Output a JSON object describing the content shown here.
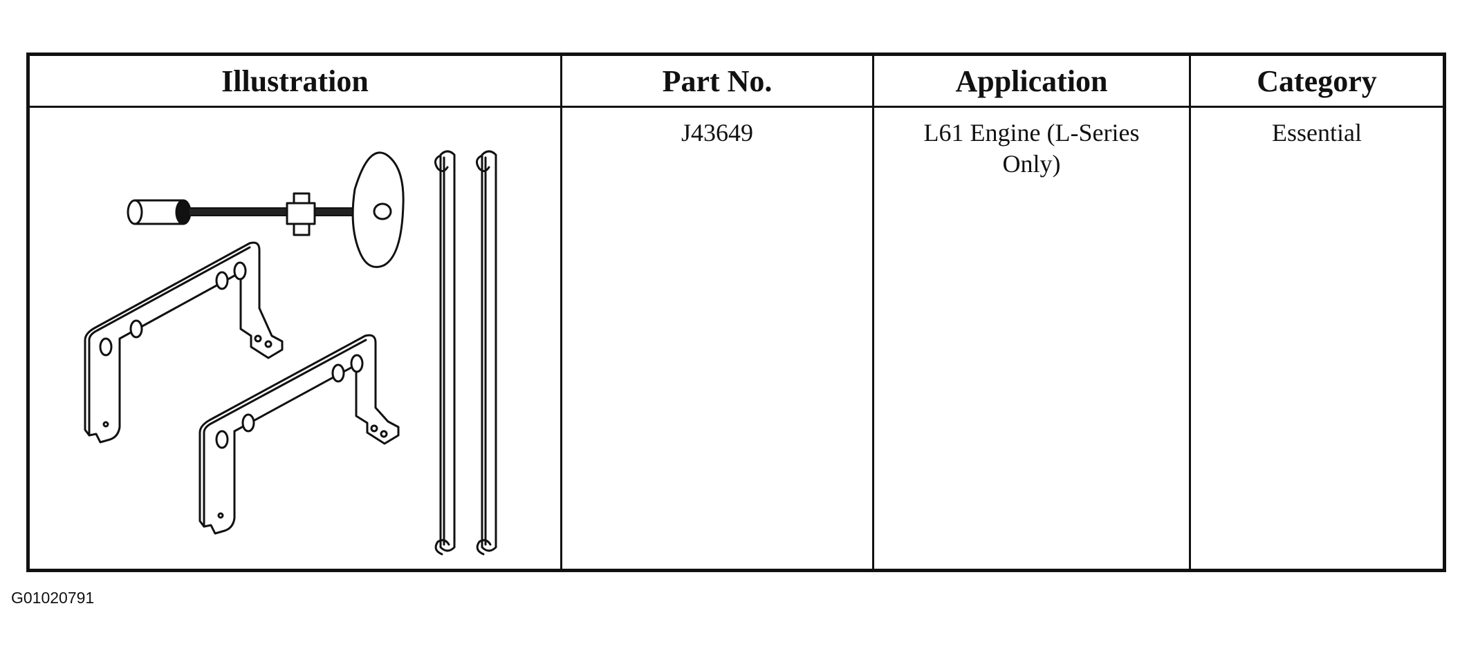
{
  "table": {
    "headers": {
      "illustration": "Illustration",
      "part_no": "Part No.",
      "application": "Application",
      "category": "Category"
    },
    "rows": [
      {
        "illustration_icon": "essential-tool-kit-illustration",
        "part_no": "J43649",
        "application": "L61 Engine (L-Series Only)",
        "category": "Essential"
      }
    ]
  },
  "figure_id": "G01020791"
}
